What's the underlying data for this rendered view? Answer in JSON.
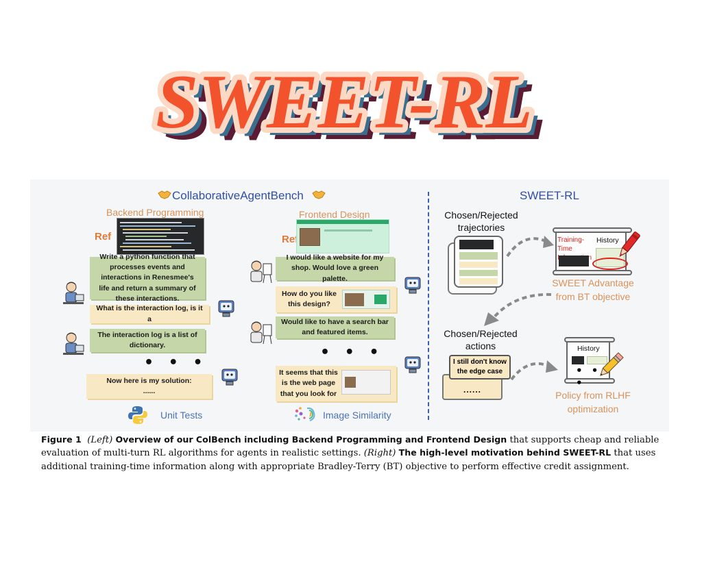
{
  "logo": {
    "text": "SWEET-RL"
  },
  "left": {
    "title": "CollaborativeAgentBench",
    "backend": {
      "subtitle": "Backend Programming",
      "ref": "Ref",
      "messages": [
        "Write a python function that processes events and interactions in Renesmee's life and return a summary of these interactions.",
        "What is the interaction log, is it a",
        "The interaction log is a list of dictionary.",
        "Now here is my solution:",
        "......"
      ],
      "dots": "• • •",
      "eval_label": "Unit Tests"
    },
    "frontend": {
      "subtitle": "Frontend Design",
      "ref": "Ref",
      "messages": [
        "I would like a website for my shop. Would love a green palette.",
        "How do you like this design?",
        "Would like to have a search bar and featured items.",
        "It seems that this is the web page that you look for"
      ],
      "dots": "• • •",
      "eval_label": "Image Similarity"
    }
  },
  "right": {
    "title": "SWEET-RL",
    "chosen_trajectories": "Chosen/Rejected trajectories",
    "training_time_info": "Training-Time Information",
    "history": "History",
    "sweet_label": "SWEET Advantage from BT objective",
    "chosen_actions": "Chosen/Rejected actions",
    "action_text": "I still don't know the edge case",
    "action_dots": "......",
    "history2": "History",
    "scroll_dots": "• • •",
    "policy_label": "Policy from RLHF optimization"
  },
  "caption": {
    "fig_label": "Figure 1",
    "left_tag": "(Left)",
    "left_bold": "Overview of our ColBench including Backend Programming and Frontend Design",
    "left_rest": "that supports cheap and reliable evaluation of multi-turn RL algorithms for agents in realistic settings.",
    "right_tag": "(Right)",
    "right_bold": "The high-level motivation behind SWEET-RL",
    "right_rest": "that uses additional training-time information along with appropriate Bradley-Terry (BT) objective to perform effective credit assignment."
  },
  "colors": {
    "logo_fill": "#f2532c",
    "logo_outline": "#fbd9c4",
    "logo_shadow": "#5a1b33",
    "title_blue": "#2f4fa8",
    "orange_text": "#d8925a",
    "bubble_green": "#c5d6a8",
    "bubble_cream": "#f8e9c4"
  }
}
